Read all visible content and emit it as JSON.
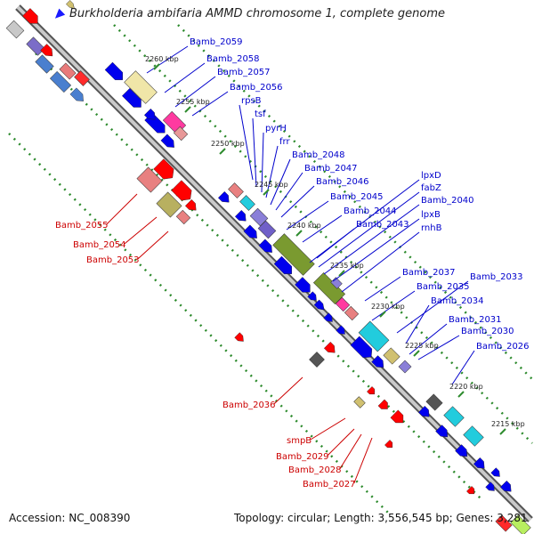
{
  "title": "Burkholderia ambifaria AMMD chromosome 1, complete genome",
  "footer": {
    "accession": "Accession: NC_008390",
    "summary": "Topology: circular; Length: 3,556,545 bp; Genes: 3,281"
  },
  "colors": {
    "backbone": "#8a8a8a",
    "ruler_dots": "#2e8b2e",
    "forward_strand": "#ff0000",
    "reverse_strand": "#0000ee",
    "label_forward": "#cc0000",
    "label_reverse": "#0000cc"
  },
  "ruler_ticks": [
    {
      "label": "2260 kbp"
    },
    {
      "label": "2255 kbp"
    },
    {
      "label": "2250 kbp"
    },
    {
      "label": "2245 kbp"
    },
    {
      "label": "2240 kbp"
    },
    {
      "label": "2235 kbp"
    },
    {
      "label": "2230 kbp"
    },
    {
      "label": "2225 kbp"
    },
    {
      "label": "2220 kbp"
    },
    {
      "label": "2215 kbp"
    }
  ],
  "genes_top": [
    {
      "label": "Bamb_2059"
    },
    {
      "label": "Bamb_2058"
    },
    {
      "label": "Bamb_2057"
    },
    {
      "label": "Bamb_2056"
    },
    {
      "label": "rpsB"
    },
    {
      "label": "tsf"
    },
    {
      "label": "pyrH"
    },
    {
      "label": "frr"
    },
    {
      "label": "Bamb_2048"
    },
    {
      "label": "Bamb_2047"
    },
    {
      "label": "Bamb_2046"
    },
    {
      "label": "Bamb_2045"
    },
    {
      "label": "Bamb_2044"
    },
    {
      "label": "Bamb_2043"
    },
    {
      "label": "lpxD"
    },
    {
      "label": "fabZ"
    },
    {
      "label": "Bamb_2040"
    },
    {
      "label": "lpxB"
    },
    {
      "label": "rnhB"
    },
    {
      "label": "Bamb_2037"
    },
    {
      "label": "Bamb_2035"
    },
    {
      "label": "Bamb_2033"
    },
    {
      "label": "Bamb_2034"
    },
    {
      "label": "Bamb_2031"
    },
    {
      "label": "Bamb_2030"
    },
    {
      "label": "Bamb_2026"
    }
  ],
  "genes_bottom": [
    {
      "label": "Bamb_2055"
    },
    {
      "label": "Bamb_2054"
    },
    {
      "label": "Bamb_2053"
    },
    {
      "label": "Bamb_2036"
    },
    {
      "label": "smpB"
    },
    {
      "label": "Bamb_2029"
    },
    {
      "label": "Bamb_2028"
    },
    {
      "label": "Bamb_2027"
    }
  ]
}
